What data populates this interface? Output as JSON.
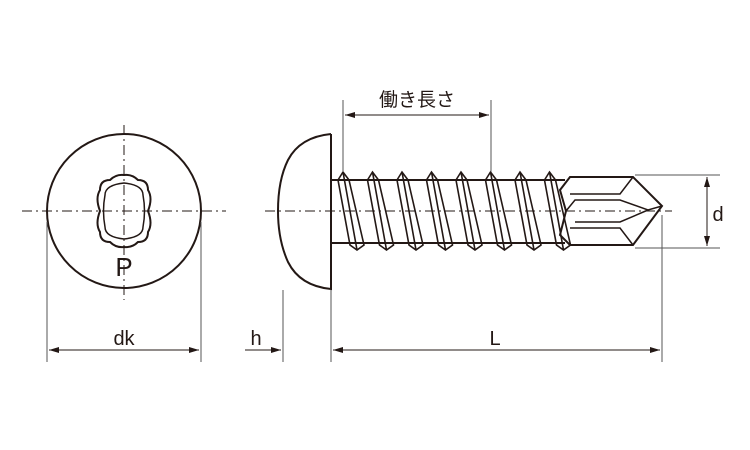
{
  "labels": {
    "head_marking": "P",
    "head_diameter": "dk",
    "head_height": "h",
    "length": "L",
    "thread_diameter": "d",
    "working_length": "働き長さ"
  },
  "colors": {
    "line": "#231815",
    "dimension": "#555555"
  }
}
